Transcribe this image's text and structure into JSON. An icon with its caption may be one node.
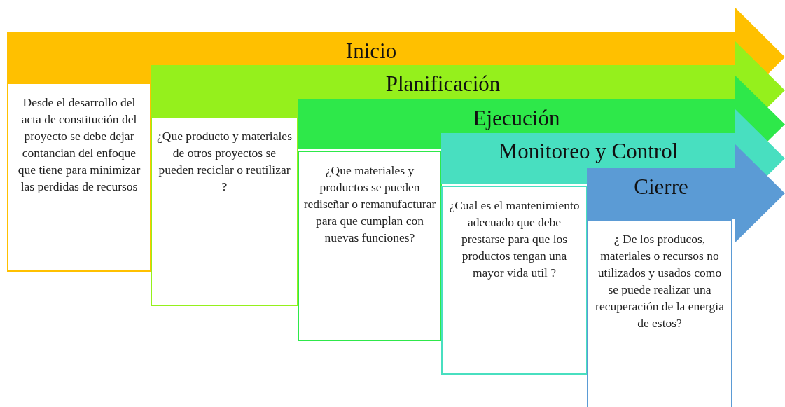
{
  "diagram": {
    "nodes": [
      {
        "text": [
          "Inicio"
        ]
      },
      {
        "text": [
          "Desde el desarrollo del acta de constitución del proyecto se debe dejar contancian del enfoque que tiene para minimizar las perdidas de recursos"
        ]
      },
      {
        "text": [
          "Planificación"
        ]
      },
      {
        "text": [
          "¿Que producto y materiales de otros proyectos se pueden reciclar o reutilizar ?"
        ]
      },
      {
        "text": [
          "Ejecución"
        ]
      },
      {
        "text": [
          "¿Que materiales y productos se pueden rediseñar o remanufacturar para que cumplan con nuevas funciones?"
        ]
      },
      {
        "text": [
          "Monitoreo y Control"
        ]
      },
      {
        "text": [
          "¿Cual es el mantenimiento adecuado que debe prestarse para que los productos tengan una mayor vida util ?"
        ]
      },
      {
        "text": [
          "Cierre"
        ]
      },
      {
        "text": [
          "¿ De los producos, materiales o recursos no utilizados y usados como se puede realizar una recuperación de la energia de estos?"
        ]
      }
    ]
  }
}
